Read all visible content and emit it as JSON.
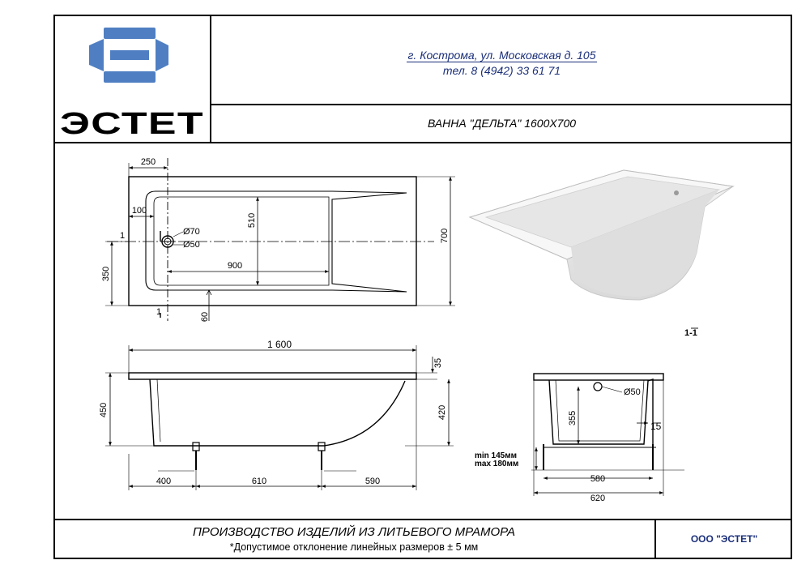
{
  "header": {
    "logo_text": "ЭСТЕТ",
    "address": "г. Кострома, ул. Московская д. 105",
    "phone": "тел. 8 (4942) 33 61 71",
    "product_title": "ВАННА \"ДЕЛЬТА\" 1600Х700"
  },
  "plan_view": {
    "dim_250": "250",
    "dim_100": "100",
    "dim_510": "510",
    "drain_d70": "Ø70",
    "drain_d50": "Ø50",
    "dim_900": "900",
    "dim_350": "350",
    "dim_60": "60",
    "dim_700": "700",
    "section_mark": "1"
  },
  "side_view": {
    "dim_1600": "1 600",
    "dim_35": "35",
    "dim_450": "450",
    "dim_420": "420",
    "dim_400": "400",
    "dim_610": "610",
    "dim_590": "590"
  },
  "section_view": {
    "label": "1-1",
    "dim_d50": "Ø50",
    "dim_355": "355",
    "dim_15": "15",
    "leg_min": "min 145мм",
    "leg_max": "max 180мм",
    "dim_580": "580",
    "dim_620": "620"
  },
  "footer": {
    "title": "ПРОИЗВОДСТВО ИЗДЕЛИЙ ИЗ ЛИТЬЕВОГО МРАМОРА",
    "note": "*Допустимое отклонение линейных размеров  ± 5 мм",
    "company": "ООО \"ЭСТЕТ\""
  },
  "colors": {
    "logo_blue": "#4f7fc2",
    "text_blue": "#1b2f7a"
  }
}
